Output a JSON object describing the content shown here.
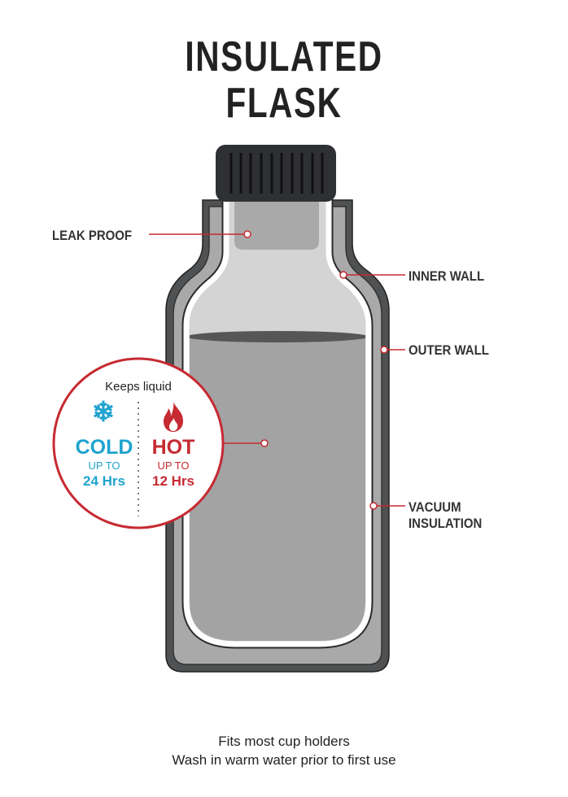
{
  "title": {
    "line1": "INSULATED",
    "line2": "FLASK"
  },
  "labels": {
    "leak_proof": "LEAK PROOF",
    "inner_wall": "INNER WALL",
    "outer_wall": "OUTER WALL",
    "vacuum_line1": "VACUUM",
    "vacuum_line2": "INSULATION"
  },
  "badge": {
    "heading": "Keeps liquid",
    "cold": {
      "label": "COLD",
      "sub": "UP TO",
      "duration": "24 Hrs",
      "icon": "snowflake-icon"
    },
    "hot": {
      "label": "HOT",
      "sub": "UP TO",
      "duration": "12 Hrs",
      "icon": "flame-icon"
    }
  },
  "footer": {
    "line1": "Fits most cup holders",
    "line2": "Wash in warm water prior to first use"
  },
  "colors": {
    "accent_red": "#c62a32",
    "cold_blue": "#1fa3cf",
    "cap": "#2e3033"
  }
}
